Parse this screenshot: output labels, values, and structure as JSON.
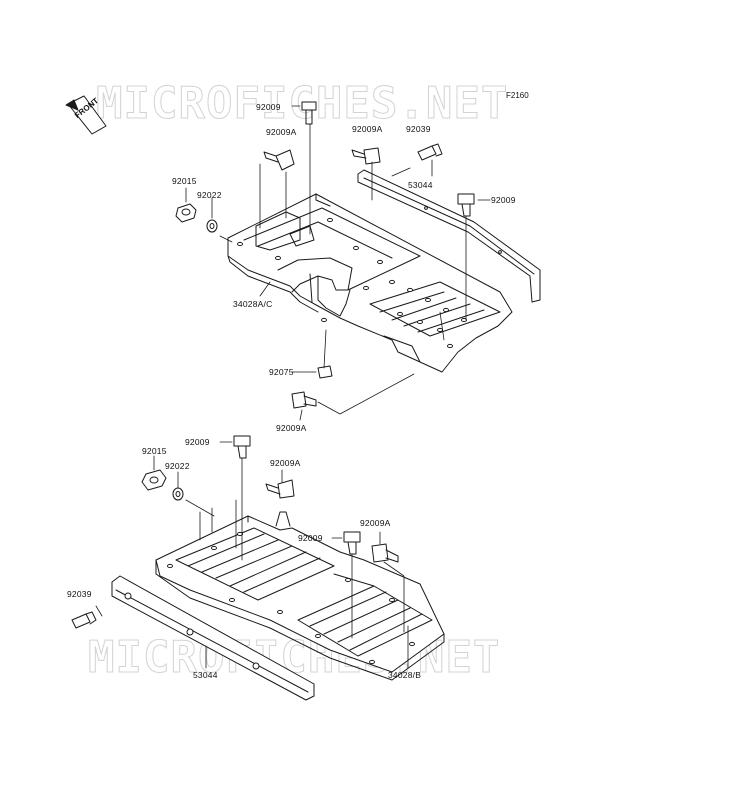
{
  "watermark": {
    "text": "MICROFICHES.NET"
  },
  "figure_id": "F2160",
  "front_label": "FRONT",
  "callouts": {
    "top_92009_a": "92009",
    "top_92009a_a": "92009A",
    "top_92009a_b": "92009A",
    "top_92039": "92039",
    "top_92015": "92015",
    "top_92022": "92022",
    "top_53044": "53044",
    "top_92009_b": "92009",
    "top_34028ac": "34028A/C",
    "top_92075": "92075",
    "top_92009a_c": "92009A",
    "bot_92015": "92015",
    "bot_92009_a": "92009",
    "bot_92022": "92022",
    "bot_92009a_a": "92009A",
    "bot_92009a_b": "92009A",
    "bot_92009_b": "92009",
    "bot_92039": "92039",
    "bot_53044": "53044",
    "bot_34028b": "34028/B"
  },
  "colors": {
    "line": "#1a1a1a",
    "watermark_outline": "#d3d3d3"
  }
}
